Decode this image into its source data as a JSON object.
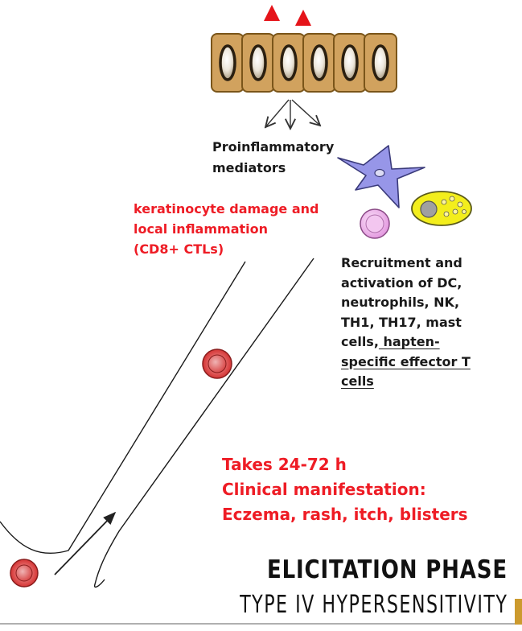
{
  "diagram": {
    "mediators_label": [
      "Proinflammatory",
      "mediators"
    ],
    "damage_label": [
      "keratinocyte damage and",
      "local inflammation",
      "(CD8+ CTLs)"
    ],
    "recruitment_label": {
      "lines": [
        "Recruitment and",
        "activation of DC,",
        "neutrophils, NK,",
        "TH1, TH17, mast"
      ],
      "line5_plain": "cells,",
      "line5_underlined": " hapten-",
      "underlined_lines": [
        "specific effector T",
        "cells"
      ]
    },
    "clinical": [
      "Takes 24-72 h",
      "Clinical manifestation:",
      "Eczema, rash, itch, blisters"
    ],
    "title": "ELICITATION PHASE",
    "subtitle": "TYPE IV HYPERSENSITIVITY"
  },
  "colors": {
    "keratinocyte_fill": "#d1a25e",
    "keratinocyte_border": "#7a5519",
    "nucleus": "#e9e1d1",
    "triangle": "#e5141a",
    "red_text": "#ee1c25",
    "dendritic_cell": "#9796e8",
    "mast_cell": "#f3ee1c",
    "lymphocyte": "#ecabe8",
    "red_blood_cell": "#e14444"
  }
}
